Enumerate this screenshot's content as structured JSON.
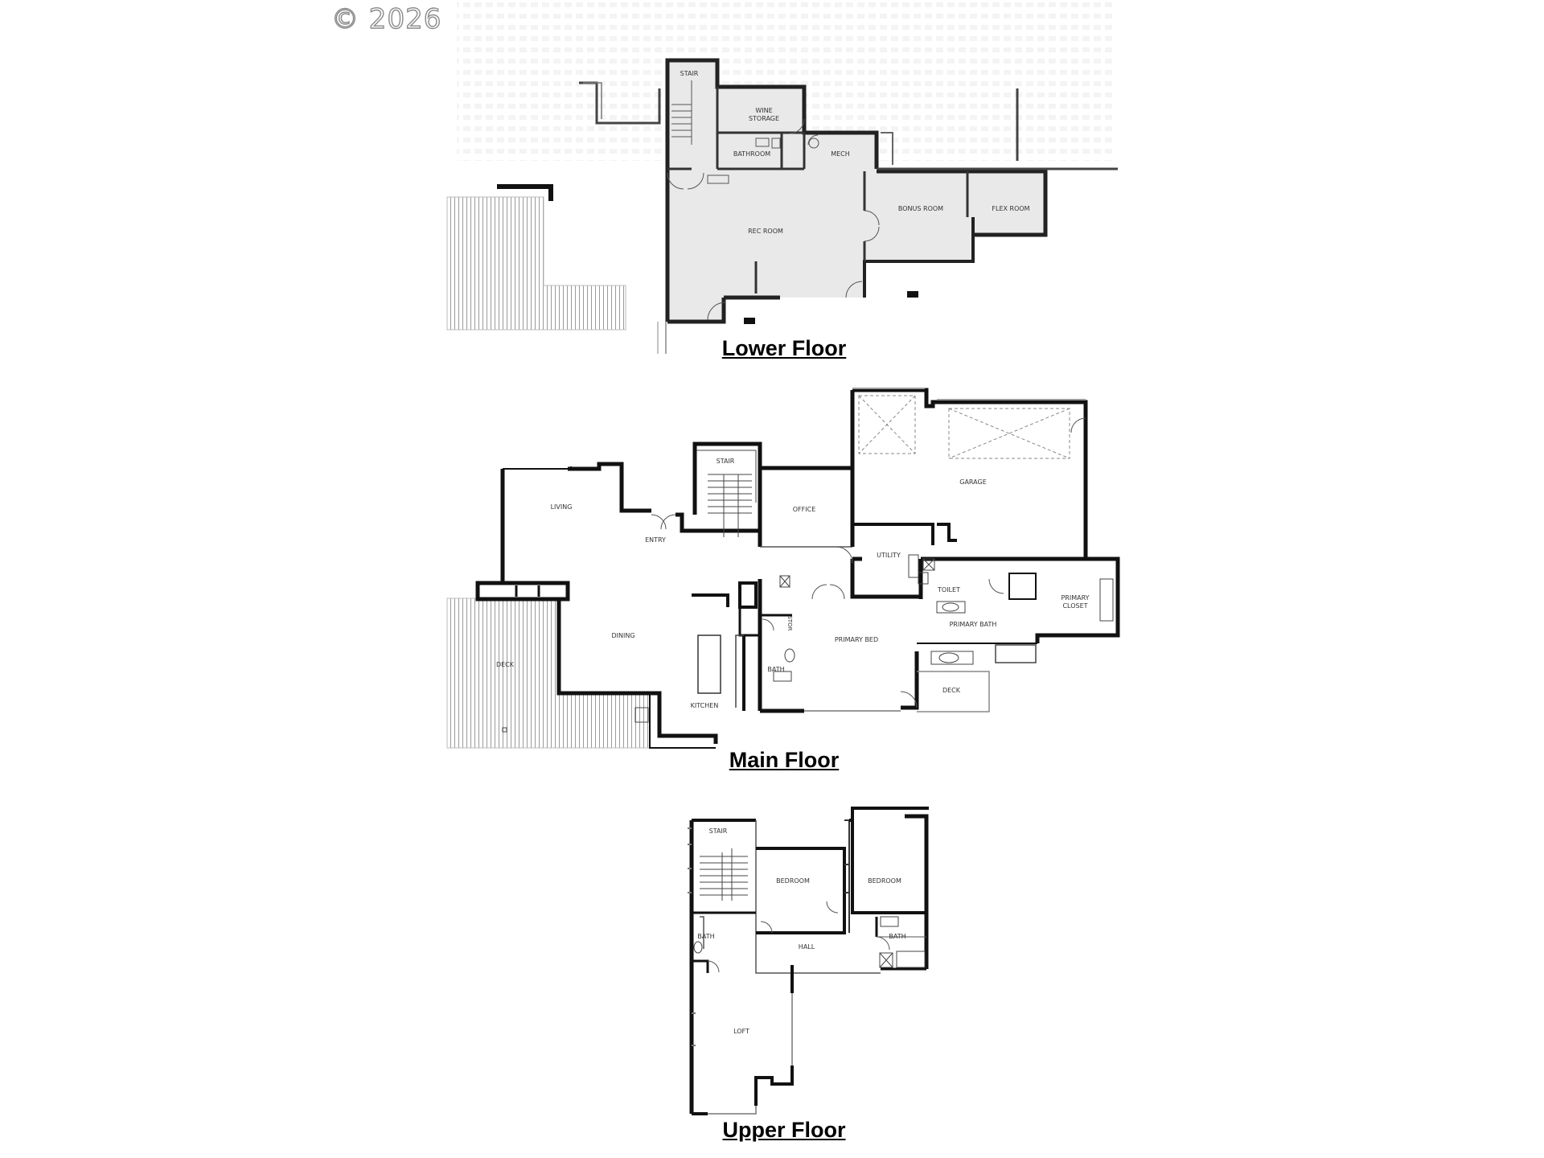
{
  "watermark": {
    "text": "© 2026"
  },
  "floors": {
    "lower": {
      "title": "Lower Floor",
      "rooms": {
        "stair": "STAIR",
        "wine_storage_1": "WINE",
        "wine_storage_2": "STORAGE",
        "bathroom": "BATHROOM",
        "mech": "MECH",
        "rec_room": "REC ROOM",
        "bonus_room": "BONUS ROOM",
        "flex_room": "FLEX ROOM"
      }
    },
    "main": {
      "title": "Main Floor",
      "rooms": {
        "living": "LIVING",
        "entry": "ENTRY",
        "stair": "STAIR",
        "office": "OFFICE",
        "garage": "GARAGE",
        "utility": "UTILITY",
        "toilet": "TOILET",
        "primary_closet_1": "PRIMARY",
        "primary_closet_2": "CLOSET",
        "primary_bath": "PRIMARY BATH",
        "dining": "DINING",
        "deck_left": "DECK",
        "stor": "STOR",
        "bath": "BATH",
        "primary_bed": "PRIMARY BED",
        "kitchen": "KITCHEN",
        "deck_right": "DECK"
      }
    },
    "upper": {
      "title": "Upper Floor",
      "rooms": {
        "stair": "STAIR",
        "bedroom_left": "BEDROOM",
        "bedroom_right": "BEDROOM",
        "bath_left": "BATH",
        "bath_right": "BATH",
        "hall": "HALL",
        "loft": "LOFT"
      }
    }
  }
}
